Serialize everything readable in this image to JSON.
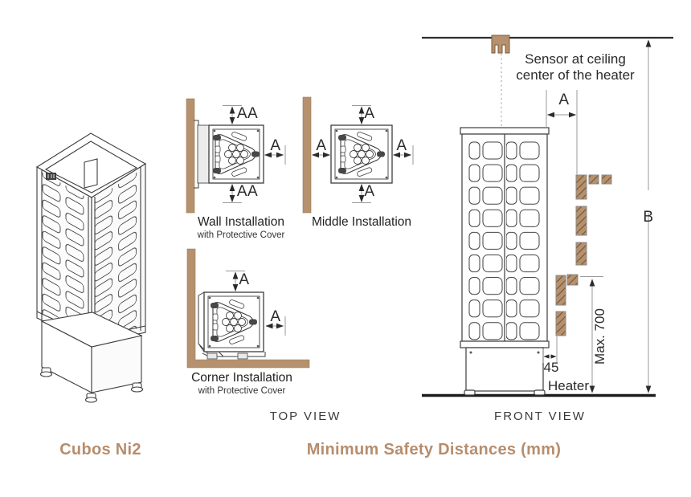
{
  "colors": {
    "wood": "#b5916e",
    "wood_edge": "#8a6a48",
    "line_art": "#3d3d3d",
    "dimension": "#999999",
    "accent_text": "#b78d6c"
  },
  "front_view": {
    "caption": "FRONT VIEW",
    "sensor_note_line1": "Sensor at ceiling",
    "sensor_note_line2": "center of the heater",
    "dim_a": "A",
    "dim_b": "B",
    "dim_max": "Max. 700",
    "dim_gap": "45",
    "heater_label": "Heater"
  },
  "top_view": {
    "caption": "TOP VIEW",
    "installations": [
      {
        "title": "Wall Installation",
        "subtitle": "with Protective Cover",
        "dim_top": "AA",
        "dim_bottom": "AA",
        "dim_right": "A"
      },
      {
        "title": "Middle Installation",
        "subtitle": "",
        "dim_top": "A",
        "dim_bottom": "A",
        "dim_left": "A",
        "dim_right": "A"
      },
      {
        "title": "Corner Installation",
        "subtitle": "with Protective Cover",
        "dim_top": "A",
        "dim_right": "A"
      }
    ]
  },
  "footer": {
    "model": "Cubos Ni2",
    "title": "Minimum Safety Distances (mm)"
  }
}
